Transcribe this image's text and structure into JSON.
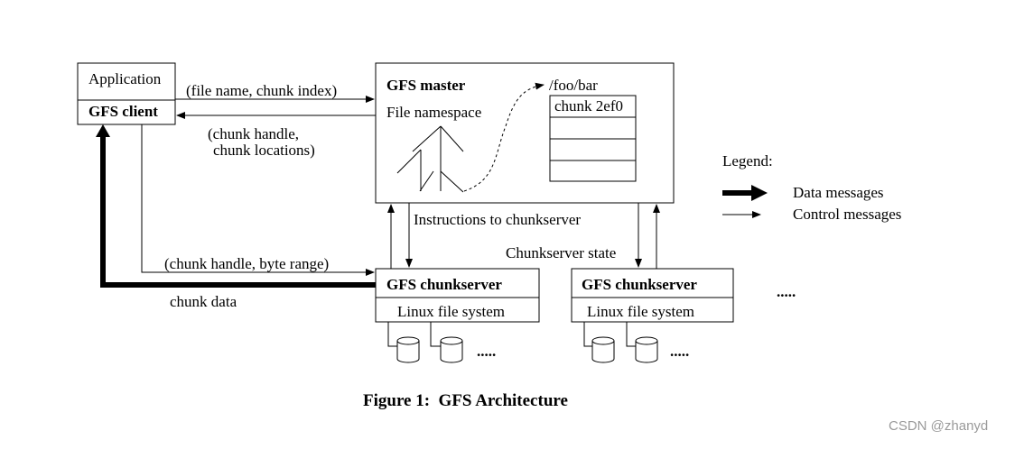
{
  "client": {
    "app_label": "Application",
    "client_label": "GFS client"
  },
  "master": {
    "title": "GFS master",
    "namespace_label": "File namespace",
    "path": "/foo/bar",
    "chunk_label": "chunk 2ef0"
  },
  "messages": {
    "request": "(file name, chunk index)",
    "reply_line1": "(chunk handle,",
    "reply_line2": "chunk locations)",
    "instructions": "Instructions to chunkserver",
    "state": "Chunkserver state",
    "data_request": "(chunk handle, byte range)",
    "chunk_data": "chunk data"
  },
  "chunkservers": [
    {
      "title": "GFS chunkserver",
      "fs": "Linux file system",
      "more": "....."
    },
    {
      "title": "GFS chunkserver",
      "fs": "Linux file system",
      "more": "....."
    }
  ],
  "more_servers": ".....",
  "legend": {
    "title": "Legend:",
    "data": "Data messages",
    "control": "Control messages"
  },
  "caption": "Figure 1:  GFS Architecture",
  "watermark": "CSDN @zhanyd"
}
